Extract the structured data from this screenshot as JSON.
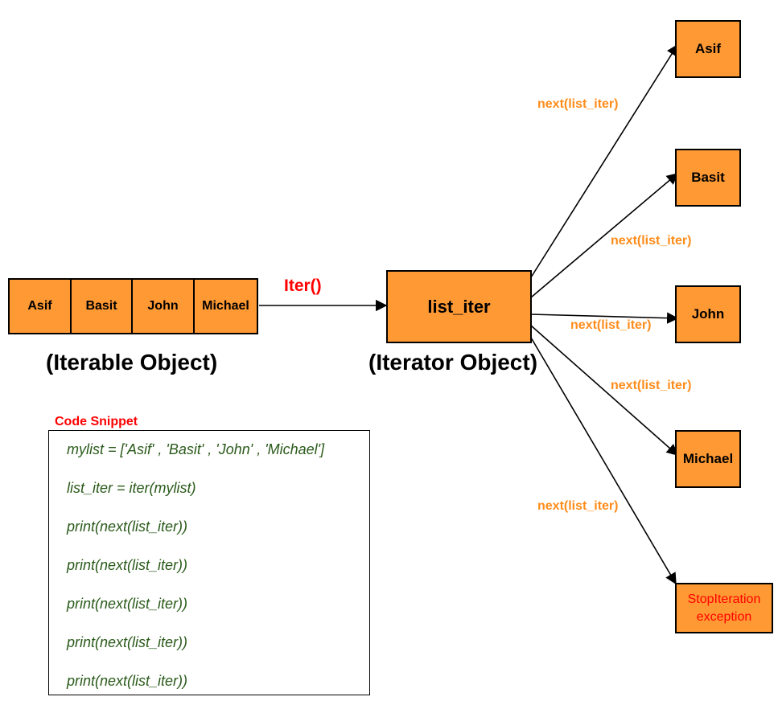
{
  "iterable": {
    "cells": [
      "Asif",
      "Basit",
      "John",
      "Michael"
    ],
    "caption": "(Iterable Object)"
  },
  "iter_call": {
    "label": "Iter()"
  },
  "iterator": {
    "label": "list_iter",
    "caption": "(Iterator Object)"
  },
  "outputs": [
    {
      "label": "Asif"
    },
    {
      "label": "Basit"
    },
    {
      "label": "John"
    },
    {
      "label": "Michael"
    },
    {
      "label": "StopIteration exception"
    }
  ],
  "next_labels": [
    "next(list_iter)",
    "next(list_iter)",
    "next(list_iter)",
    "next(list_iter)",
    "next(list_iter)"
  ],
  "code": {
    "title": "Code Snippet",
    "lines": [
      "mylist = ['Asif' , 'Basit' , 'John' , 'Michael']",
      "list_iter = iter(mylist)",
      "print(next(list_iter))",
      "print(next(list_iter))",
      "print(next(list_iter))",
      "print(next(list_iter))",
      "print(next(list_iter))"
    ]
  },
  "colors": {
    "box_fill": "#FF9933",
    "edge_label": "#FF8C1A",
    "iter_label": "#FF0000",
    "code_title": "#FF0000",
    "code_text": "#2A5A1A",
    "exception_text": "#FF0000"
  }
}
